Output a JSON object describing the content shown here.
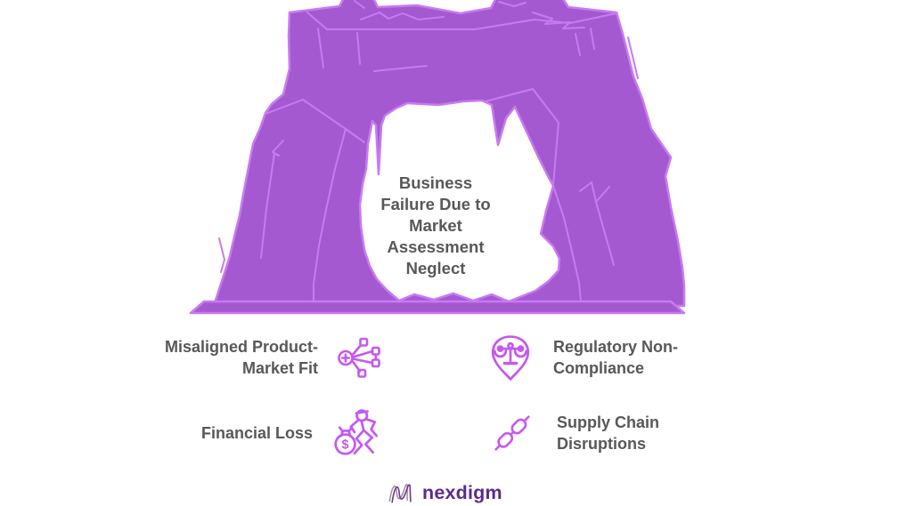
{
  "center_label": {
    "lines": "Business\nFailure Due to\nMarket\nAssessment\nNeglect"
  },
  "items": [
    {
      "label": "Misaligned Product-\nMarket Fit",
      "icon": "product-network-icon"
    },
    {
      "label": "Regulatory Non-\nCompliance",
      "icon": "scales-location-pin-icon"
    },
    {
      "label": "Financial Loss",
      "icon": "money-bag-runner-icon"
    },
    {
      "label": "Supply Chain\nDisruptions",
      "icon": "chain-links-icon"
    }
  ],
  "logo": {
    "text": "nexdigm"
  },
  "colors": {
    "rock_fill": "#a559d1",
    "rock_outline": "#c87af2",
    "icon_stroke": "#c558f0",
    "text_gray": "#58585b",
    "logo_purple": "#5b2b8c",
    "background": "#ffffff"
  }
}
